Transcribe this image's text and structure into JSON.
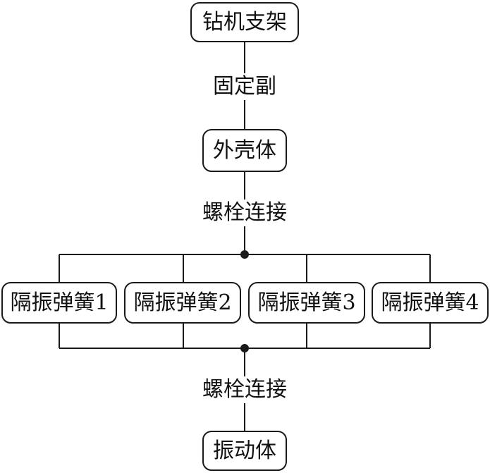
{
  "diagram": {
    "nodes": {
      "drill_frame": "钻机支架",
      "housing": "外壳体",
      "spring_1": "隔振弹簧1",
      "spring_2": "隔振弹簧2",
      "spring_3": "隔振弹簧3",
      "spring_4": "隔振弹簧4",
      "vibrator": "振动体"
    },
    "edges": {
      "frame_to_housing": "固定副",
      "housing_to_springs": "螺栓连接",
      "springs_to_vibrator": "螺栓连接"
    }
  }
}
